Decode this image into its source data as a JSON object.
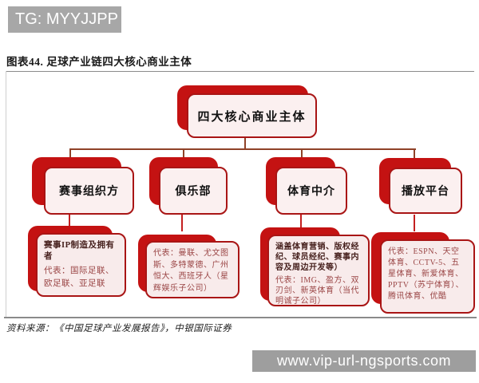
{
  "badge": {
    "text": "TG: MYYJJPP"
  },
  "figure": {
    "title": "图表44. 足球产业链四大核心商业主体",
    "source": "资料来源：《中国足球产业发展报告》，中银国际证券"
  },
  "diagram": {
    "root": {
      "label": "四大核心商业主体"
    },
    "columns": [
      {
        "node": "赛事组织方",
        "detail_title": "赛事IP制造及拥有者",
        "detail_body": "代表：国际足联、欧足联、亚足联"
      },
      {
        "node": "俱乐部",
        "detail_body": "代表：曼联、尤文图斯、多特蒙德、广州恒大、西班牙人（星辉娱乐子公司）"
      },
      {
        "node": "体育中介",
        "detail_title": "涵盖体育营销、版权经纪、球员经纪、赛事内容及周边开发等）",
        "detail_body": "代表：IMG、盈方、双刃剑、新英体育（当代明诚子公司）"
      },
      {
        "node": "播放平台",
        "detail_body": "代表：ESPN、天空体育、CCTV-5、五星体育、新爱体育、PPTV（苏宁体育）、腾讯体育、优酷"
      }
    ]
  },
  "watermark": {
    "text": "www.vip-url-ngsports.com"
  },
  "colors": {
    "accent_red": "#c41212",
    "border_red": "#a91515",
    "node_fill": "#fbf0f0",
    "detail_fill": "#f8ebeb",
    "line_brown": "#8f4228",
    "line_red": "#c42020",
    "text_maroon": "#9a4545",
    "text_dark": "#46201d",
    "badge_gray": "#a7a7a7",
    "watermark_gray": "#9e9e9e"
  }
}
